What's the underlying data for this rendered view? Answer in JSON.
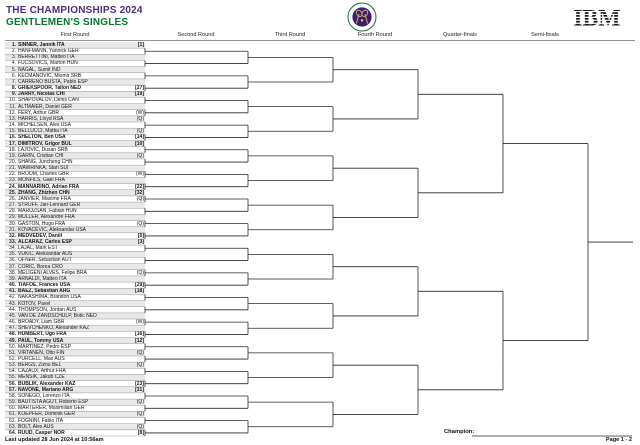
{
  "header": {
    "title": "THE CHAMPIONSHIPS 2024",
    "subtitle": "GENTLEMEN'S SINGLES",
    "title_color": "#4F2D7F",
    "subtitle_color": "#007A33",
    "wimbledon_logo": "wimbledon-crossed-rackets-logo",
    "ibm_logo": "IBM"
  },
  "columns": [
    "First Round",
    "Second Round",
    "Third Round",
    "Fourth Round",
    "Quarter-finals",
    "Semi-finals"
  ],
  "players": [
    {
      "num": 1,
      "name": "SINNER, Jannik",
      "country": "ITA",
      "tag": "[1]"
    },
    {
      "num": 2,
      "name": "HANFMANN, Yannick",
      "country": "GER",
      "tag": ""
    },
    {
      "num": 3,
      "name": "BERRETTINI, Matteo",
      "country": "ITA",
      "tag": ""
    },
    {
      "num": 4,
      "name": "FUCSOVICS, Marton",
      "country": "HUN",
      "tag": ""
    },
    {
      "num": 5,
      "name": "NAGAL, Sumit",
      "country": "IND",
      "tag": ""
    },
    {
      "num": 6,
      "name": "KECMANOVIC, Miomir",
      "country": "SRB",
      "tag": ""
    },
    {
      "num": 7,
      "name": "CARRENO BUSTA, Pablo",
      "country": "ESP",
      "tag": ""
    },
    {
      "num": 8,
      "name": "GRIEKSPOOR, Tallon",
      "country": "NED",
      "tag": "[27]"
    },
    {
      "num": 9,
      "name": "JARRY, Nicolas",
      "country": "CHI",
      "tag": "[19]"
    },
    {
      "num": 10,
      "name": "SHAPOVALOV, Denis",
      "country": "CAN",
      "tag": ""
    },
    {
      "num": 11,
      "name": "ALTMAIER, Daniel",
      "country": "GER",
      "tag": ""
    },
    {
      "num": 12,
      "name": "FERY, Arthur",
      "country": "GBR",
      "tag": "(W)"
    },
    {
      "num": 13,
      "name": "HARRIS, Lloyd",
      "country": "RSA",
      "tag": "(Q)"
    },
    {
      "num": 14,
      "name": "MICHELSEN, Alex",
      "country": "USA",
      "tag": ""
    },
    {
      "num": 15,
      "name": "BELLUCCI, Mattia",
      "country": "ITA",
      "tag": "(Q)"
    },
    {
      "num": 16,
      "name": "SHELTON, Ben",
      "country": "USA",
      "tag": "[14]"
    },
    {
      "num": 17,
      "name": "DIMITROV, Grigor",
      "country": "BUL",
      "tag": "[10]"
    },
    {
      "num": 18,
      "name": "LAJOVIC, Dusan",
      "country": "SRB",
      "tag": ""
    },
    {
      "num": 19,
      "name": "GARIN, Cristian",
      "country": "CHI",
      "tag": "(Q)"
    },
    {
      "num": 20,
      "name": "SHANG, Juncheng",
      "country": "CHN",
      "tag": ""
    },
    {
      "num": 21,
      "name": "WAWRINKA, Stan",
      "country": "SUI",
      "tag": ""
    },
    {
      "num": 22,
      "name": "BROOM, Charles",
      "country": "GBR",
      "tag": "(W)"
    },
    {
      "num": 23,
      "name": "MONFILS, Gael",
      "country": "FRA",
      "tag": ""
    },
    {
      "num": 24,
      "name": "MANNARINO, Adrian",
      "country": "FRA",
      "tag": "[22]"
    },
    {
      "num": 25,
      "name": "ZHANG, Zhizhen",
      "country": "CHN",
      "tag": "[32]"
    },
    {
      "num": 26,
      "name": "JANVIER, Maxime",
      "country": "FRA",
      "tag": "(Q)"
    },
    {
      "num": 27,
      "name": "STRUFF, Jan-Lennard",
      "country": "GER",
      "tag": ""
    },
    {
      "num": 28,
      "name": "MAROZSAN, Fabian",
      "country": "HUN",
      "tag": ""
    },
    {
      "num": 29,
      "name": "MULLER, Alexandre",
      "country": "FRA",
      "tag": ""
    },
    {
      "num": 30,
      "name": "GASTON, Hugo",
      "country": "FRA",
      "tag": "(Q)"
    },
    {
      "num": 31,
      "name": "KOVACEVIC, Aleksandar",
      "country": "USA",
      "tag": ""
    },
    {
      "num": 32,
      "name": "MEDVEDEV, Daniil",
      "country": "",
      "tag": "[5]"
    },
    {
      "num": 33,
      "name": "ALCARAZ, Carlos",
      "country": "ESP",
      "tag": "[3]"
    },
    {
      "num": 34,
      "name": "LAJAL, Mark",
      "country": "EST",
      "tag": ""
    },
    {
      "num": 35,
      "name": "VUKIC, Aleksandar",
      "country": "AUS",
      "tag": ""
    },
    {
      "num": 36,
      "name": "OFNER, Sebastian",
      "country": "AUT",
      "tag": ""
    },
    {
      "num": 37,
      "name": "CORIC, Borna",
      "country": "CRO",
      "tag": ""
    },
    {
      "num": 38,
      "name": "MELIGENI ALVES, Felipe",
      "country": "BRA",
      "tag": "(Q)"
    },
    {
      "num": 39,
      "name": "ARNALDI, Matteo",
      "country": "ITA",
      "tag": ""
    },
    {
      "num": 40,
      "name": "TIAFOE, Frances",
      "country": "USA",
      "tag": "[29]"
    },
    {
      "num": 41,
      "name": "BAEZ, Sebastian",
      "country": "ARG",
      "tag": "[18]"
    },
    {
      "num": 42,
      "name": "NAKASHIMA, Brandon",
      "country": "USA",
      "tag": ""
    },
    {
      "num": 43,
      "name": "KOTOV, Pavel",
      "country": "",
      "tag": ""
    },
    {
      "num": 44,
      "name": "THOMPSON, Jordan",
      "country": "AUS",
      "tag": ""
    },
    {
      "num": 45,
      "name": "VAN DE ZANDSCHULP, Botic",
      "country": "NED",
      "tag": ""
    },
    {
      "num": 46,
      "name": "BROADY, Liam",
      "country": "GBR",
      "tag": "(W)"
    },
    {
      "num": 47,
      "name": "SHEVCHENKO, Alexander",
      "country": "KAZ",
      "tag": ""
    },
    {
      "num": 48,
      "name": "HUMBERT, Ugo",
      "country": "FRA",
      "tag": "[16]"
    },
    {
      "num": 49,
      "name": "PAUL, Tommy",
      "country": "USA",
      "tag": "[12]"
    },
    {
      "num": 50,
      "name": "MARTINEZ, Pedro",
      "country": "ESP",
      "tag": ""
    },
    {
      "num": 51,
      "name": "VIRTANEN, Otto",
      "country": "FIN",
      "tag": "(Q)"
    },
    {
      "num": 52,
      "name": "PURCELL, Max",
      "country": "AUS",
      "tag": ""
    },
    {
      "num": 53,
      "name": "BERGS, Zizou",
      "country": "BEL",
      "tag": "(Q)"
    },
    {
      "num": 54,
      "name": "CAZAUX, Arthur",
      "country": "FRA",
      "tag": ""
    },
    {
      "num": 55,
      "name": "MENSIK, Jakub",
      "country": "CZE",
      "tag": ""
    },
    {
      "num": 56,
      "name": "BUBLIK, Alexander",
      "country": "KAZ",
      "tag": "[23]"
    },
    {
      "num": 57,
      "name": "NAVONE, Mariano",
      "country": "ARG",
      "tag": "[31]"
    },
    {
      "num": 58,
      "name": "SONEGO, Lorenzo",
      "country": "ITA",
      "tag": ""
    },
    {
      "num": 59,
      "name": "BAUTISTA AGUT, Roberto",
      "country": "ESP",
      "tag": "(Q)"
    },
    {
      "num": 60,
      "name": "MARTERER, Maximilian",
      "country": "GER",
      "tag": ""
    },
    {
      "num": 61,
      "name": "KOEPFER, Dominik",
      "country": "GER",
      "tag": "(Q)"
    },
    {
      "num": 62,
      "name": "FOGNINI, Fabio",
      "country": "ITA",
      "tag": ""
    },
    {
      "num": 63,
      "name": "BOLT, Alex",
      "country": "AUS",
      "tag": "(Q)"
    },
    {
      "num": 64,
      "name": "RUUD, Casper",
      "country": "NOR",
      "tag": "[8]"
    }
  ],
  "champion_label": "Champion:",
  "footer": {
    "last_updated": "Last updated 28 Jun 2024 at 10:56am",
    "page": "Page 1 - 2"
  }
}
